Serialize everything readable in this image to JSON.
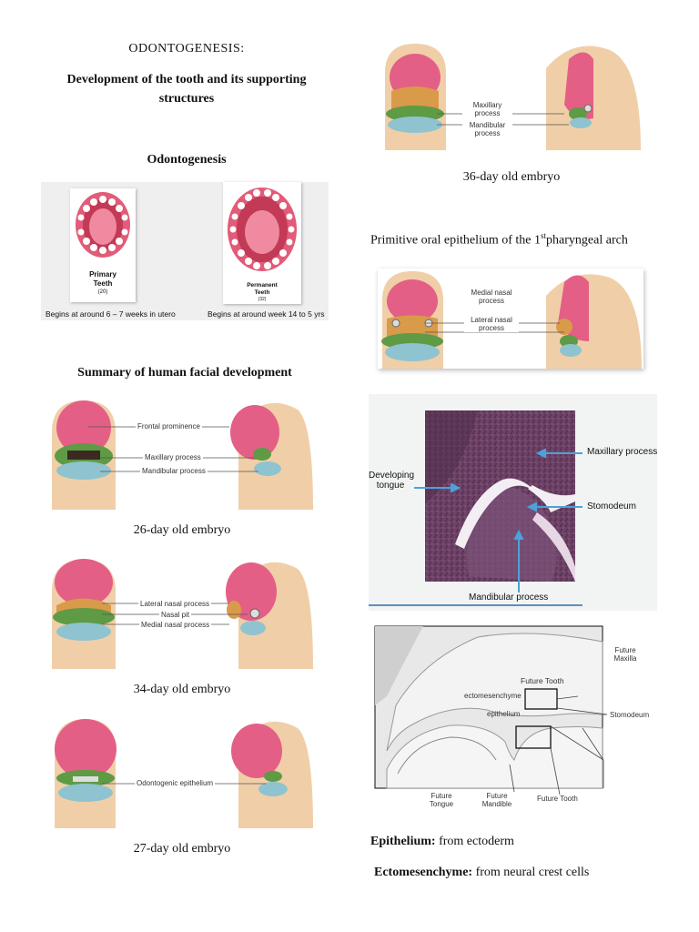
{
  "title": "ODONTOGENESIS:",
  "subtitle_line1": "Development of the tooth and  its supporting",
  "subtitle_line2": "structures",
  "section_odontogenesis": "Odontogenesis",
  "dentition": {
    "primary_label": "Primary",
    "primary_label2": "Teeth",
    "primary_count": "(20)",
    "primary_note": "Begins at around 6 – 7 weeks in utero",
    "permanent_label": "Permanent",
    "permanent_label2": "Teeth",
    "permanent_count": "(32)",
    "permanent_note": "Begins at around week 14 to 5 yrs"
  },
  "section_summary": "Summary of human facial development",
  "fig26": {
    "frontal": "Frontal prominence",
    "maxillary": "Maxillary process",
    "mandibular": "Mandibular process",
    "caption": "26-day old embryo"
  },
  "fig34": {
    "lateral": "Lateral nasal process",
    "pit": "Nasal pit",
    "medial": "Medial nasal process",
    "caption": "34-day old embryo"
  },
  "fig27": {
    "odonto": "Odontogenic epithelium",
    "caption": "27-day old embryo"
  },
  "fig36": {
    "maxillary1": "Maxillary",
    "maxillary2": "process",
    "mandibular1": "Mandibular",
    "mandibular2": "process",
    "caption": "36-day old embryo"
  },
  "primitive": {
    "text": "Primitive oral epithelium of the 1",
    "sup": "st",
    "text2": "pharyngeal arch"
  },
  "fignasal": {
    "medial1": "Medial nasal",
    "medial2": "process",
    "lateral1": "Lateral nasal",
    "lateral2": "process"
  },
  "histo": {
    "maxillary": "Maxillary process",
    "developing1": "Developing",
    "developing2": "tongue",
    "stomodeum": "Stomodeum",
    "mandibular": "Mandibular process"
  },
  "diagram": {
    "future_maxilla1": "Future",
    "future_maxilla2": "Maxilla",
    "future_tooth_top": "Future Tooth",
    "ectomesenchyme": "ectomesenchyme",
    "epithelium": "epithelium",
    "stomodeum": "Stomodeum",
    "future_tongue1": "Future",
    "future_tongue2": "Tongue",
    "future_mandible1": "Future",
    "future_mandible2": "Mandible",
    "future_tooth_bottom": "Future Tooth"
  },
  "notes": {
    "epithelium_label": "Epithelium:",
    "epithelium_text": " from ectoderm",
    "ecto_label": "Ectomesenchyme:",
    "ecto_text": " from neural crest cells"
  },
  "colors": {
    "pink": "#e45f86",
    "green": "#5f9a45",
    "blue": "#8fc3cf",
    "skin": "#f0cfa8",
    "orange": "#d99a4a",
    "histo": "#6a3f63"
  }
}
